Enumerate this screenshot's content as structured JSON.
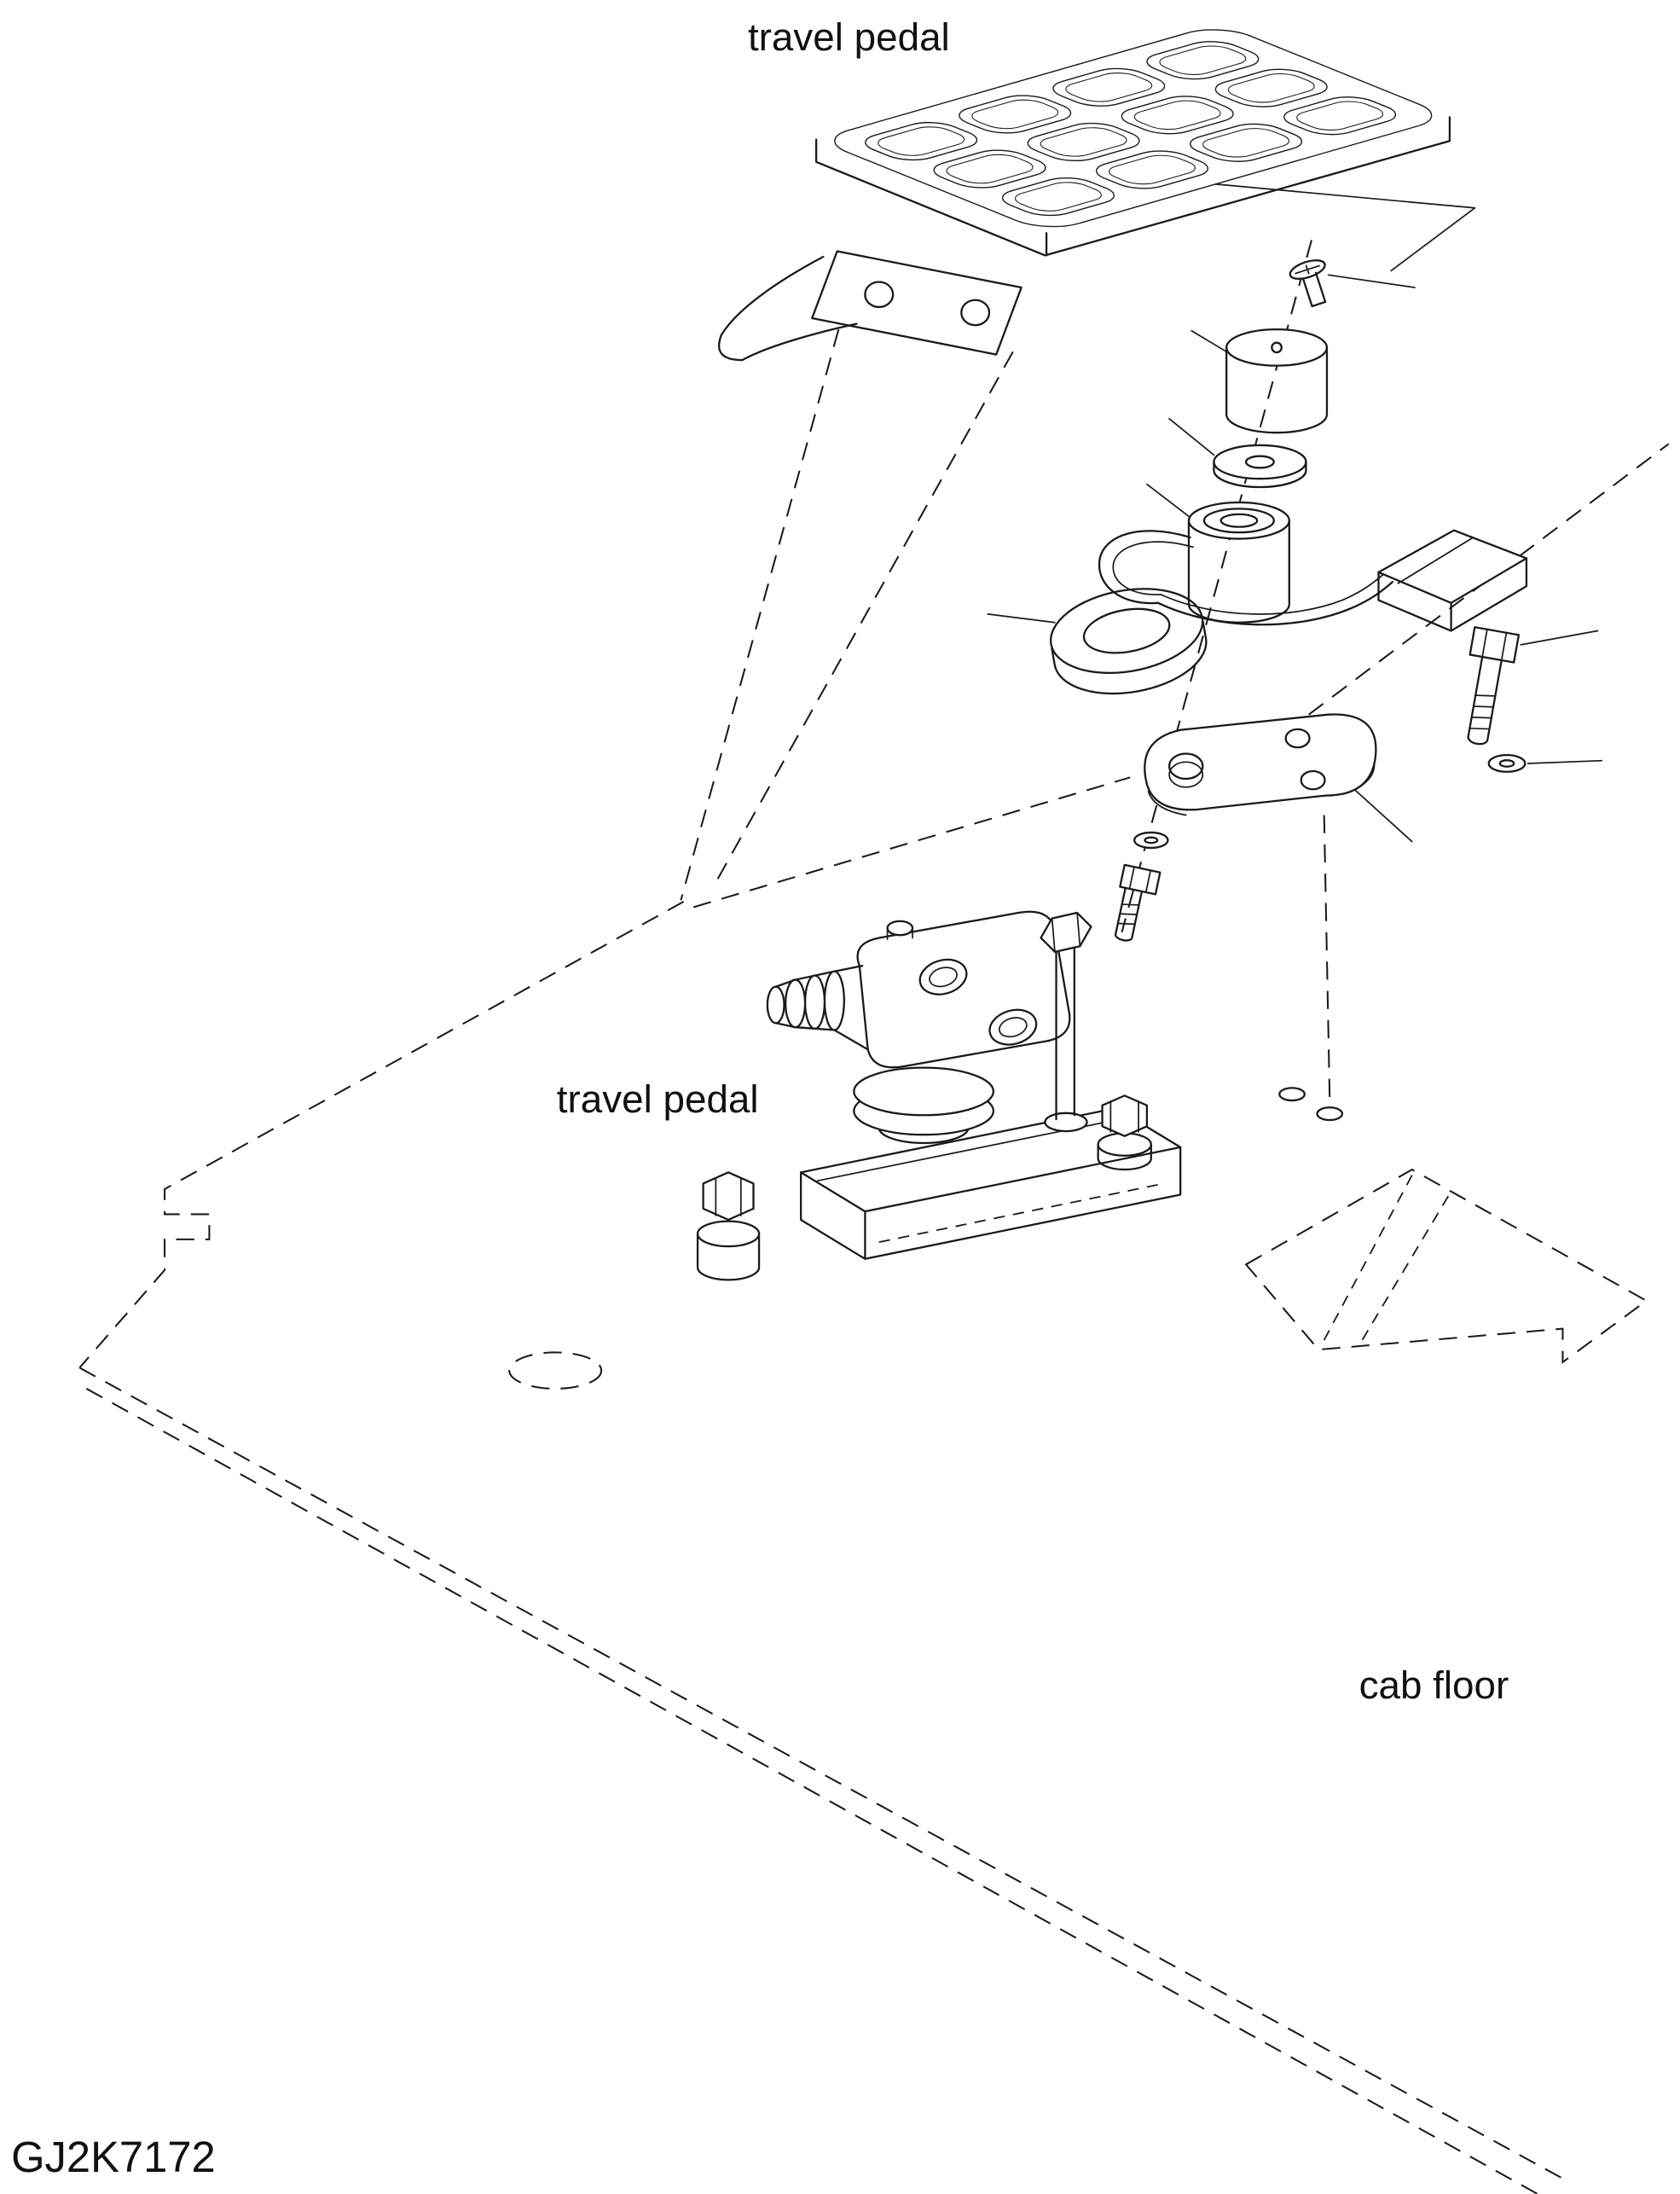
{
  "labels": {
    "travel_pedal_top": "travel pedal",
    "travel_pedal_assembly": "travel pedal",
    "cab_floor": "cab floor",
    "drawing_code": "GJ2K7172"
  },
  "colors": {
    "line": "#1a1a1a",
    "background": "#ffffff"
  },
  "diagram": {
    "type": "exploded-isometric-parts-drawing",
    "parts": [
      "travel-pedal",
      "flat-head-screw",
      "cap",
      "washer-large",
      "solenoid-coil-with-cable",
      "cable-connector",
      "grommet-ring",
      "hex-bolt-right",
      "washer-small-right",
      "mounting-bracket",
      "washer-small-left",
      "hex-bolt-left",
      "travel-pedal-valve-assembly",
      "cab-floor-panel"
    ]
  }
}
